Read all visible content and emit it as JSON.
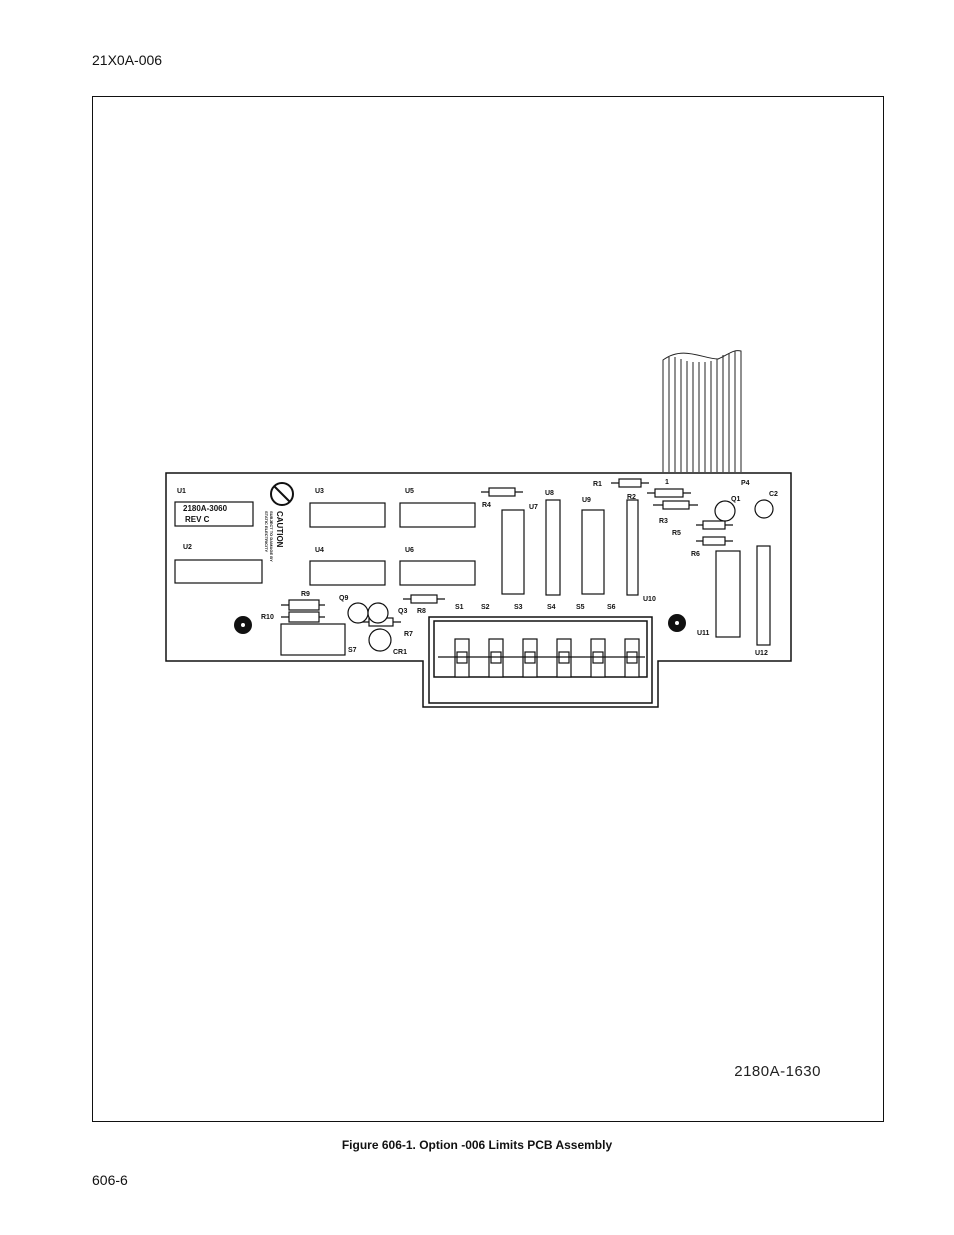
{
  "header": {
    "doc_code": "21X0A-006"
  },
  "figure": {
    "caption": "Figure 606-1. Option -006 Limits PCB Assembly",
    "drawing_number": "2180A-1630",
    "board": {
      "part_label": "2180A-3060",
      "rev_label": "REV C",
      "caution_title": "CAUTION",
      "caution_line1": "SUBJECT TO DAMAGE BY",
      "caution_line2": "STATIC ELECTRICITY",
      "components": {
        "u1": "U1",
        "u2": "U2",
        "u3": "U3",
        "u4": "U4",
        "u5": "U5",
        "u6": "U6",
        "u7": "U7",
        "u8": "U8",
        "u9": "U9",
        "u10": "U10",
        "u11": "U11",
        "u12": "U12",
        "r1": "R1",
        "r2": "R2",
        "r3": "R3",
        "r4": "R4",
        "r5": "R5",
        "r6": "R6",
        "r7": "R7",
        "r8": "R8",
        "r9": "R9",
        "r10": "R10",
        "q1": "Q1",
        "q3": "Q3",
        "q9": "Q9",
        "c2": "C2",
        "p4": "P4",
        "pin1": "1",
        "cr1": "CR1",
        "s1": "S1",
        "s2": "S2",
        "s3": "S3",
        "s4": "S4",
        "s5": "S5",
        "s6": "S6",
        "s7": "S7"
      }
    }
  },
  "footer": {
    "page_number": "606-6"
  }
}
